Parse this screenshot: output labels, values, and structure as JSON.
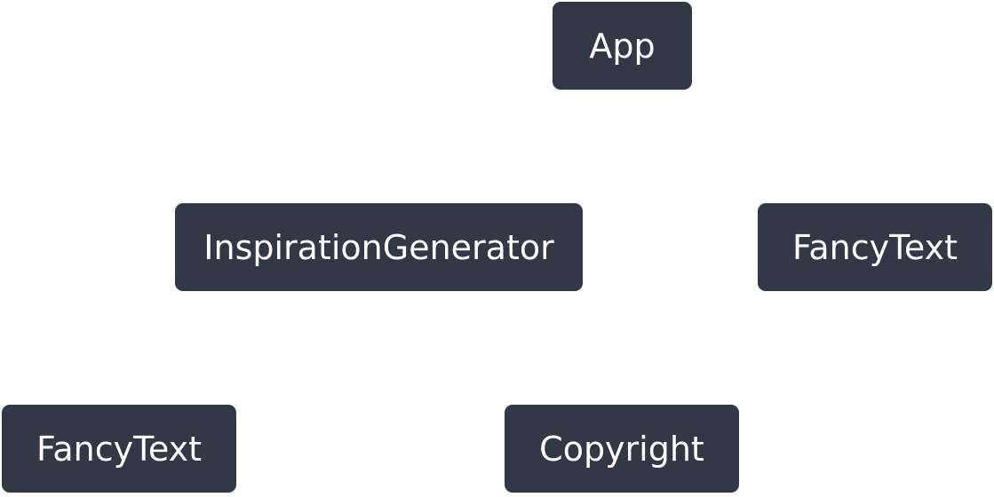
{
  "diagram": {
    "nodes": [
      {
        "id": "app",
        "label": "App"
      },
      {
        "id": "inspiration-generator",
        "label": "InspirationGenerator"
      },
      {
        "id": "fancytext-right",
        "label": "FancyText"
      },
      {
        "id": "fancytext-left",
        "label": "FancyText"
      },
      {
        "id": "copyright",
        "label": "Copyright"
      }
    ],
    "colors": {
      "node_fill": "#323846",
      "node_text": "#ffffff",
      "background": "#ffffff"
    }
  }
}
